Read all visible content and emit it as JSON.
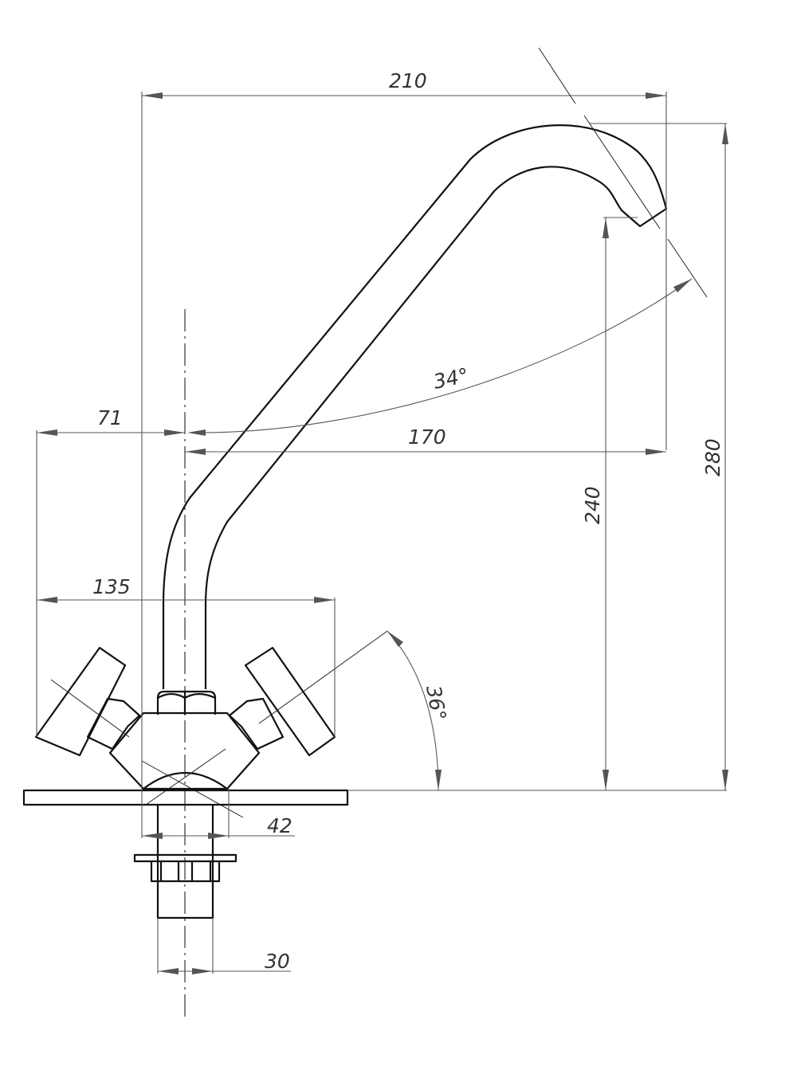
{
  "drawing": {
    "title": "Faucet dimension drawing",
    "dimensions": {
      "overall_reach": "210",
      "spout_reach": "170",
      "handle_offset": "71",
      "handle_span": "135",
      "spout_angle": "34°",
      "handle_angle": "36°",
      "outlet_height": "240",
      "overall_height": "280",
      "base_diameter": "42",
      "shank_diameter": "30"
    }
  }
}
